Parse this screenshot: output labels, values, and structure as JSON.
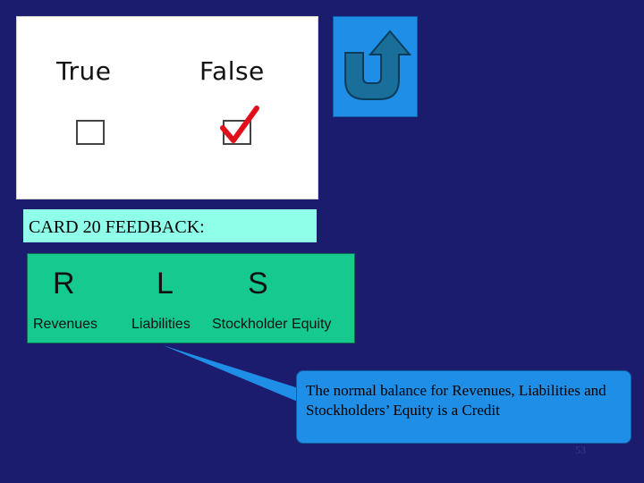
{
  "true_false": {
    "true_label": "True",
    "false_label": "False",
    "true_checked": false,
    "false_checked": true
  },
  "nav": {
    "return_icon": "u-turn-arrow-icon"
  },
  "feedback": {
    "header": "CARD 20 FEEDBACK:"
  },
  "rls": {
    "letters": [
      "R",
      "L",
      "S"
    ],
    "words": [
      "Revenues",
      "Liabilities",
      "Stockholder Equity"
    ]
  },
  "callout": {
    "text": "The normal balance for Revenues, Liabilities and Stockholders’ Equity is a Credit"
  },
  "page": {
    "number": "53"
  },
  "colors": {
    "background": "#1c1c6e",
    "button_blue": "#1e8ee6",
    "header_aqua": "#8fffe9",
    "panel_green": "#16c98f",
    "check_red": "#e0101a"
  }
}
